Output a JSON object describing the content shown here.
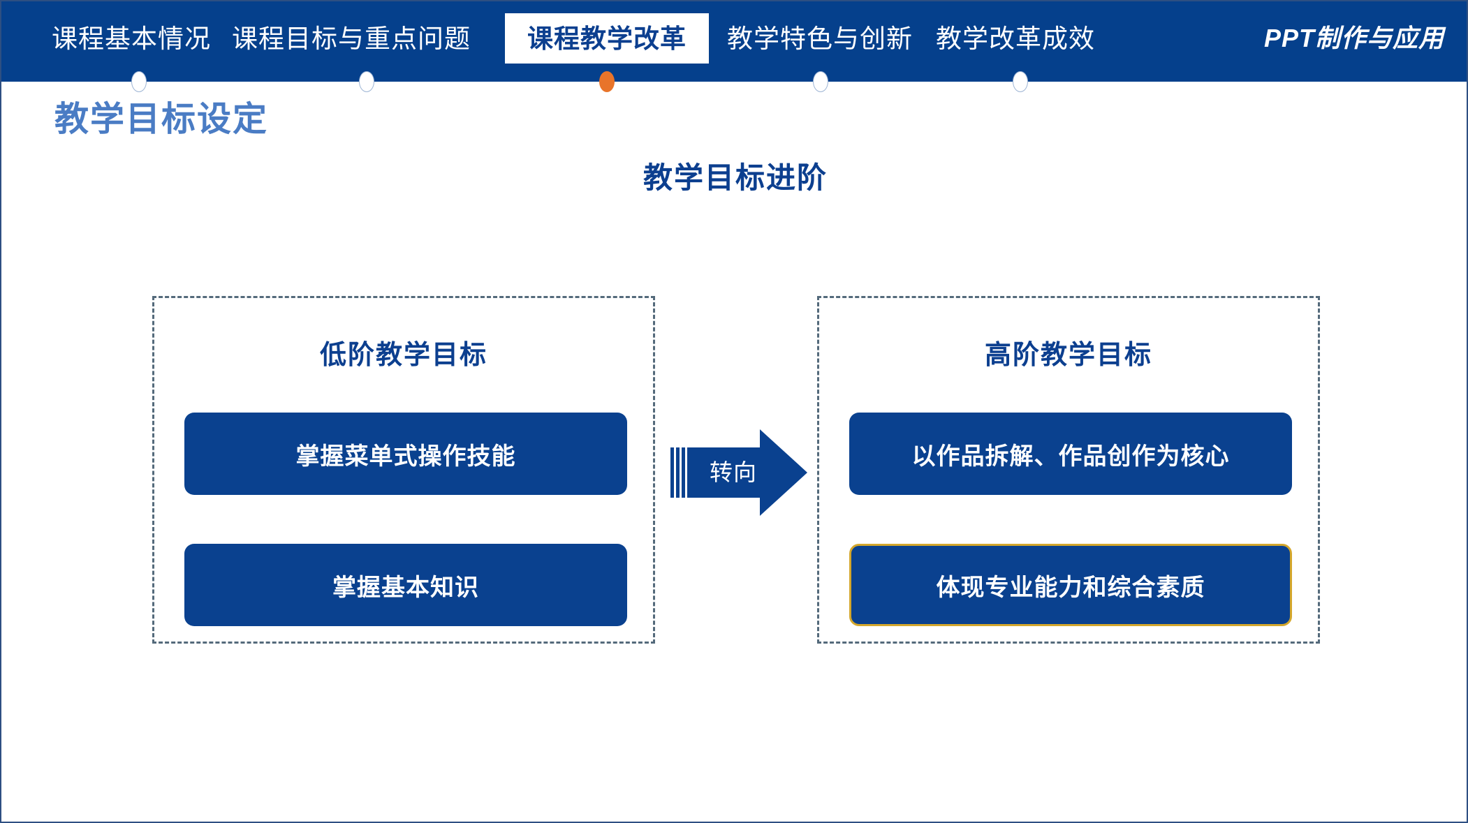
{
  "header": {
    "nav_tabs": [
      {
        "label": "课程基本情况",
        "active": false
      },
      {
        "label": "课程目标与重点问题",
        "active": false
      },
      {
        "label": "课程教学改革",
        "active": true
      },
      {
        "label": "教学特色与创新",
        "active": false
      },
      {
        "label": "教学改革成效",
        "active": false
      }
    ],
    "brand": "PPT制作与应用",
    "active_dot_color": "#e8742a",
    "bar_color": "#05408c"
  },
  "section": {
    "title": "教学目标设定",
    "title_color": "#4a7cc4"
  },
  "diagram": {
    "title": "教学目标进阶",
    "title_color": "#0c3f8f",
    "arrow_label": "转向",
    "panels": [
      {
        "heading": "低阶教学目标",
        "items": [
          {
            "label": "掌握菜单式操作技能",
            "highlighted": false
          },
          {
            "label": "掌握基本知识",
            "highlighted": false
          }
        ]
      },
      {
        "heading": "高阶教学目标",
        "items": [
          {
            "label": "以作品拆解、作品创作为核心",
            "highlighted": false
          },
          {
            "label": "体现专业能力和综合素质",
            "highlighted": true
          }
        ]
      }
    ],
    "box_fill": "#0a418f",
    "highlight_border": "#d4a72c",
    "panel_border": "#546a7b"
  }
}
